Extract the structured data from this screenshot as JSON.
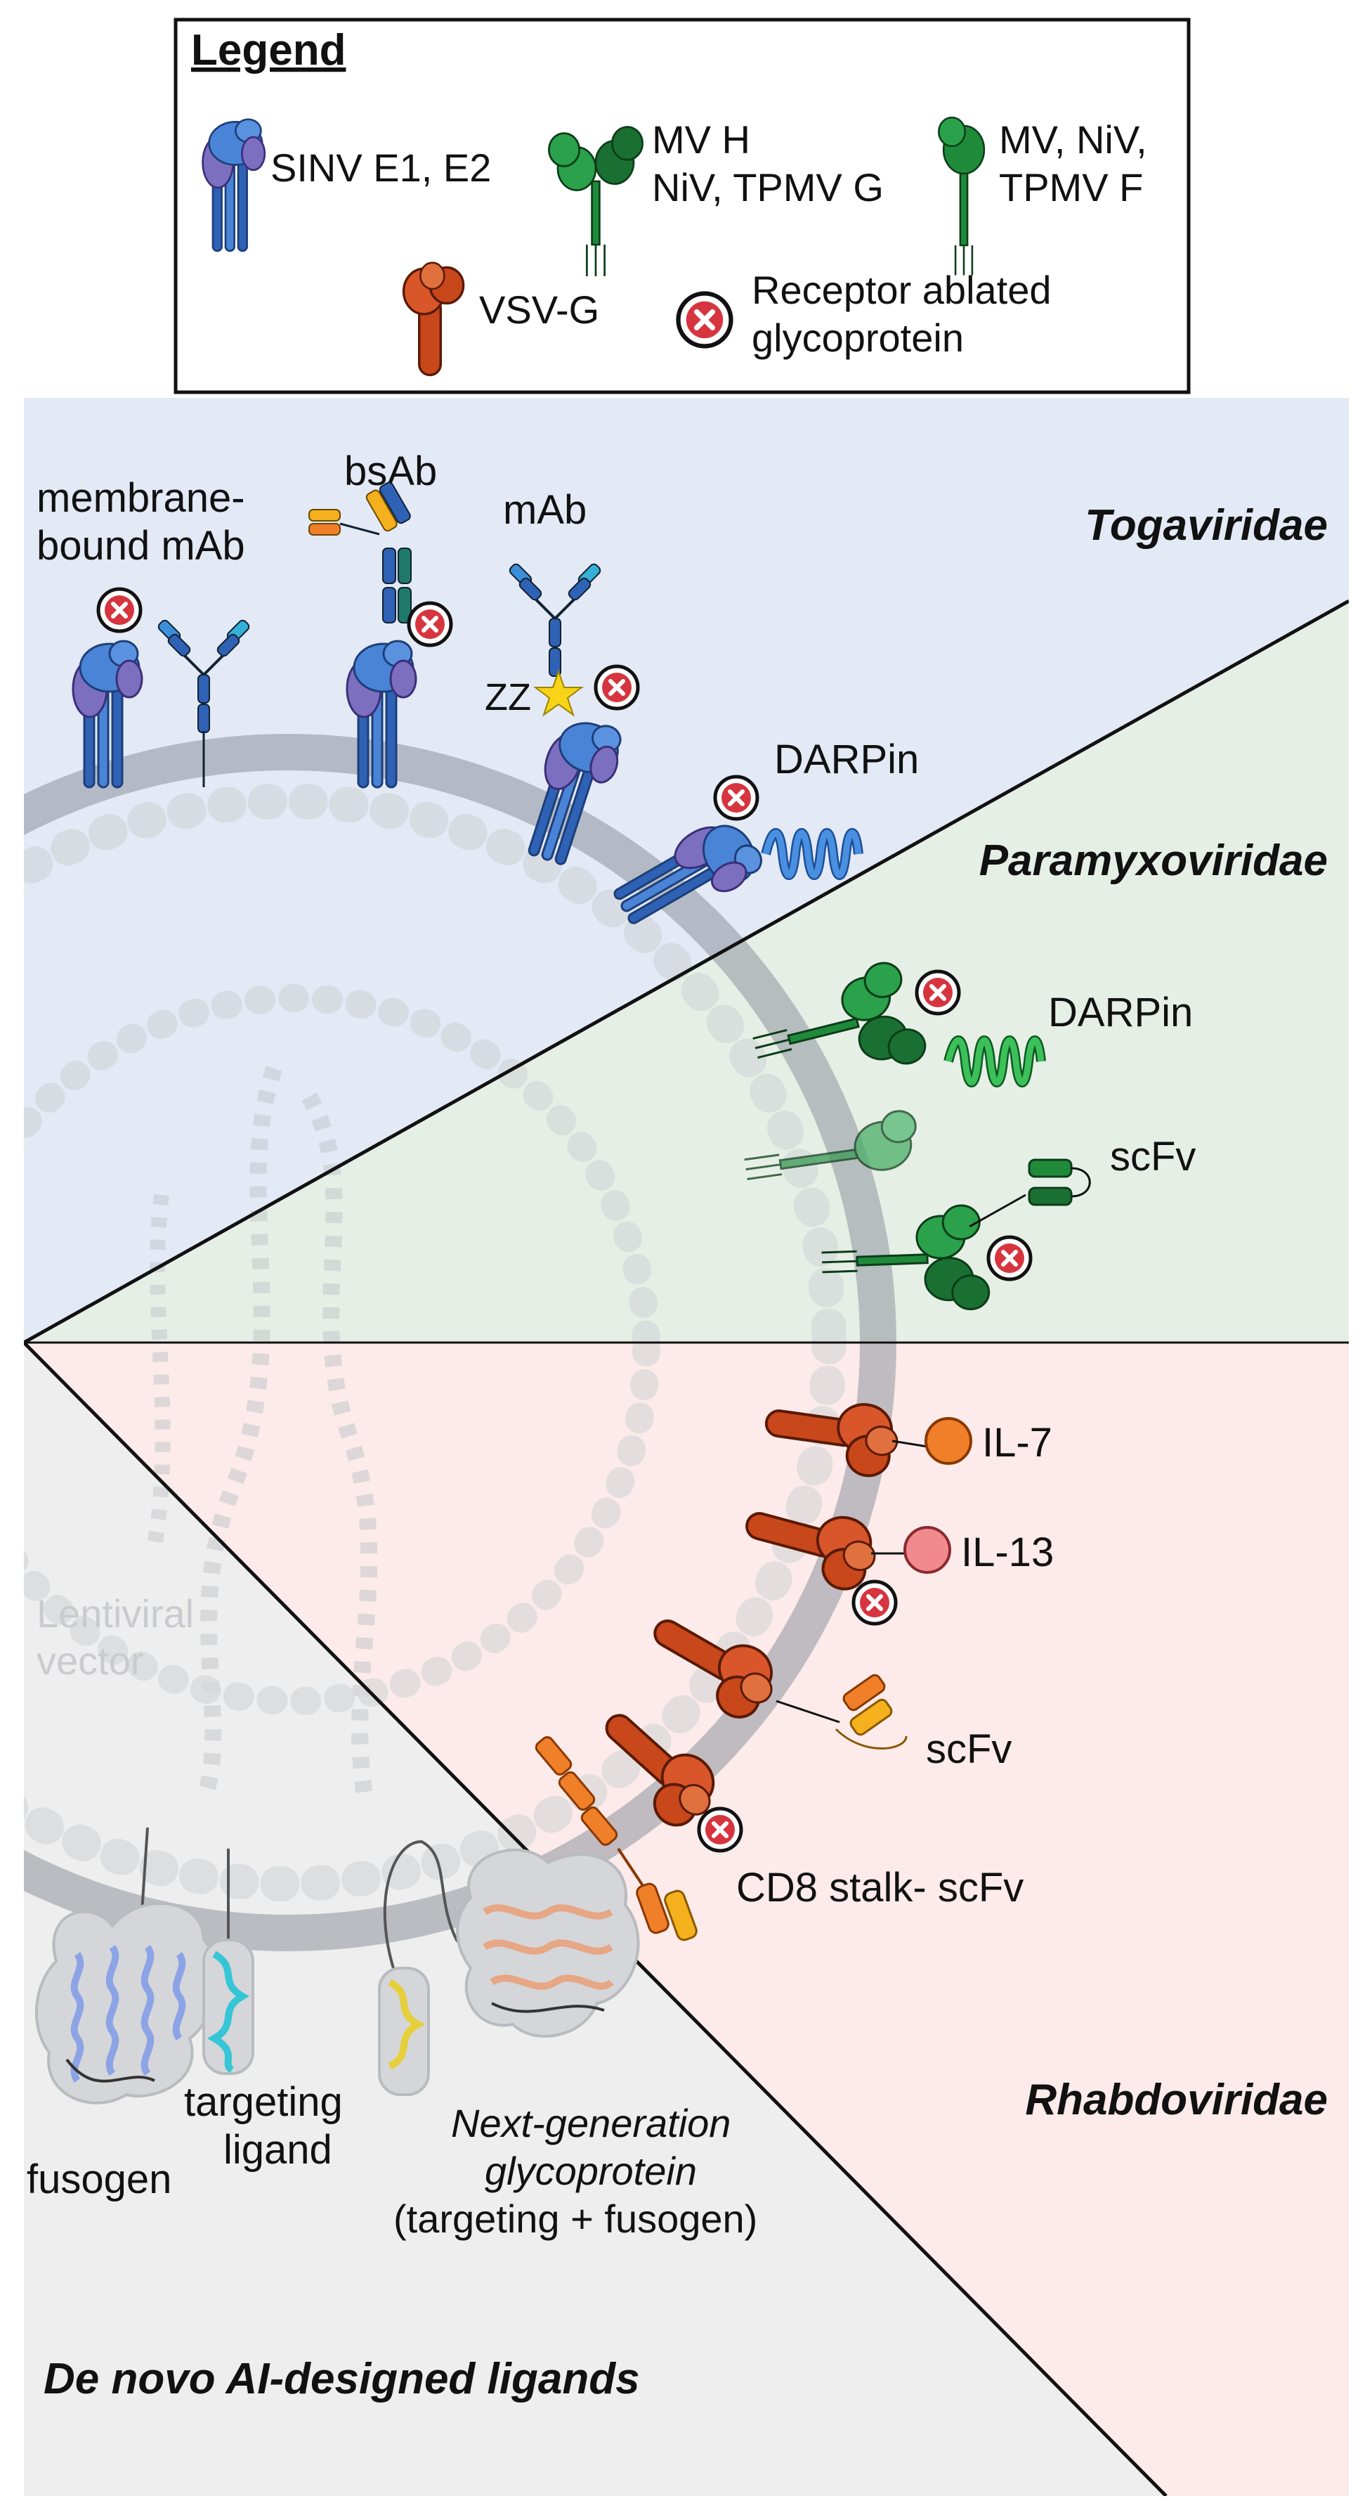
{
  "legend": {
    "title": "Legend",
    "items": {
      "sinv": "SINV E1, E2",
      "attach_line1": "MV H",
      "attach_line2": "NiV, TPMV G",
      "fusion_line1": "MV, NiV,",
      "fusion_line2": "TPMV F",
      "vsvg": "VSV-G",
      "ablated_line1": "Receptor ablated",
      "ablated_line2": "glycoprotein"
    }
  },
  "sections": {
    "togaviridae": "Togaviridae",
    "paramyxoviridae": "Paramyxoviridae",
    "rhabdoviridae": "Rhabdoviridae",
    "denovo": "De novo AI-designed ligands"
  },
  "toga_labels": {
    "membrane_line1": "membrane-",
    "membrane_line2": "bound mAb",
    "bsab": "bsAb",
    "mab": "mAb",
    "zz": "ZZ",
    "darpin": "DARPin"
  },
  "paramyxo_labels": {
    "darpin": "DARPin",
    "scfv": "scFv"
  },
  "rhabdo_labels": {
    "il7": "IL-7",
    "il13": "IL-13",
    "scfv": "scFv",
    "cd8": "CD8 stalk- scFv"
  },
  "center_label": {
    "line1": "Lentiviral",
    "line2": "vector"
  },
  "denovo_labels": {
    "fusogen": "fusogen",
    "targeting_line1": "targeting",
    "targeting_line2": "ligand",
    "nextgen_line1": "Next-generation",
    "nextgen_line2": "glycoprotein",
    "nextgen_line3": "(targeting + fusogen)"
  },
  "colors": {
    "toga_bg": "#e3e9f5",
    "paramyxo_bg": "#e6efe6",
    "rhabdo_bg": "#fcebea",
    "denovo_bg": "#eeeeee",
    "sinv_blue": "#3b72c4",
    "sinv_purple": "#7d6fbf",
    "paramyxo_green": "#1f8a3a",
    "vsv_orange": "#c8471b",
    "ablated_red": "#d6353f"
  }
}
